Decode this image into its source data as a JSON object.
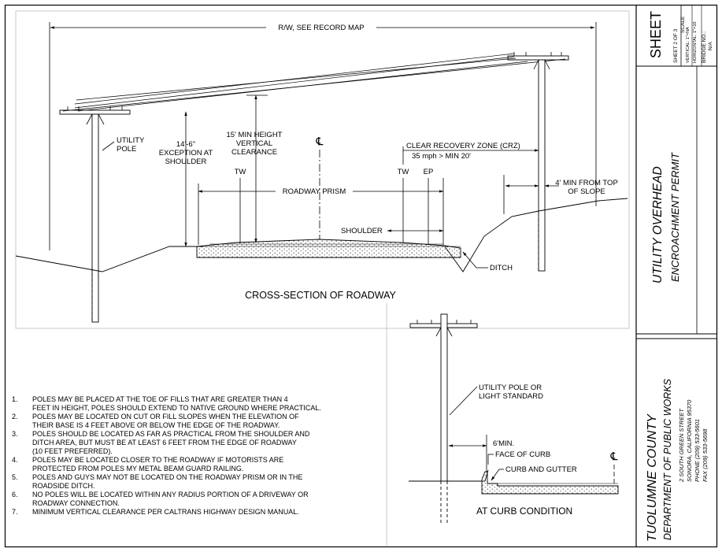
{
  "drawing": {
    "row_label": "R/W, SEE RECORD MAP",
    "utility_pole": "UTILITY|POLE",
    "exception": "14'-6\"|EXCEPTION AT|SHOULDER",
    "min_height": "15' MIN HEIGHT|VERTICAL|CLEARANCE",
    "centerline": "℄",
    "crz": "CLEAR RECOVERY ZONE (CRZ)",
    "crz_speed": "35 mph > MIN 20'",
    "tw_left": "TW",
    "tw_right": "TW",
    "ep": "EP",
    "roadway_prism": "ROADWAY PRISM",
    "four_min": "4' MIN FROM TOP|OF SLOPE",
    "shoulder": "SHOULDER",
    "ditch": "DITCH",
    "cross_section_title": "CROSS-SECTION OF ROADWAY"
  },
  "curb_detail": {
    "pole_label": "UTILITY POLE OR|LIGHT STANDARD",
    "six_min": "6'MIN.",
    "face_of_curb": "FACE OF CURB",
    "curb_gutter": "CURB AND GUTTER",
    "centerline": "℄",
    "title": "AT CURB CONDITION"
  },
  "notes": [
    {
      "num": "1.",
      "lines": [
        "POLES MAY BE PLACED AT THE TOE OF FILLS THAT ARE GREATER THAN 4",
        "FEET IN HEIGHT, POLES SHOULD EXTEND TO NATIVE GROUND WHERE PRACTICAL."
      ]
    },
    {
      "num": "2.",
      "lines": [
        "POLES MAY BE LOCATED ON CUT OR FILL SLOPES WHEN THE ELEVATION OF",
        "THEIR BASE IS 4 FEET ABOVE OR BELOW THE EDGE OF THE ROADWAY."
      ]
    },
    {
      "num": "3.",
      "lines": [
        "POLES SHOULD BE LOCATED AS FAR AS PRACTICAL FROM THE SHOULDER AND",
        "DITCH AREA, BUT MUST BE AT LEAST 6 FEET FROM THE EDGE OF ROADWAY",
        "(10 FEET PREFERRED)."
      ]
    },
    {
      "num": "4.",
      "lines": [
        "POLES MAY BE LOCATED CLOSER TO THE ROADWAY IF MOTORISTS ARE",
        "PROTECTED FROM POLES MY METAL BEAM GUARD RAILING."
      ]
    },
    {
      "num": "5.",
      "lines": [
        "POLES AND GUYS MAY NOT BE LOCATED ON THE ROADWAY PRISM OR IN THE",
        "ROADSIDE DITCH."
      ]
    },
    {
      "num": "6.",
      "lines": [
        "NO POLES WILL BE LOCATED WITHIN ANY RADIUS PORTION OF A DRIVEWAY OR",
        "ROADWAY CONNECTION."
      ]
    },
    {
      "num": "7.",
      "lines": [
        "MINIMUM VERTICAL CLEARANCE PER CALTRANS HIGHWAY DESIGN MANUAL."
      ]
    }
  ],
  "title_block": {
    "sheet_word": "SHEET",
    "sheet_num": "SHEET  2  OF  3",
    "scale_label": "SCALE",
    "vertical": "VERTICAL:  1\"=NA",
    "horizontal": "HORIZONTAL:  1\"=10",
    "bridge": "BRIDGE NO.:",
    "bridge_val": "N/A",
    "title_1": "UTILITY OVERHEAD",
    "title_2": "ENCROACHMENT PERMIT",
    "county": "TUOLUMNE COUNTY",
    "dept": "DEPARTMENT OF PUBLIC WORKS",
    "addr_1": "2 SOUTH GREEN STREET",
    "addr_2": "SONORA, CALIFORNIA 95370",
    "phone": "PHONE (209) 533-5601",
    "fax": "FAX (209) 533-5698"
  }
}
